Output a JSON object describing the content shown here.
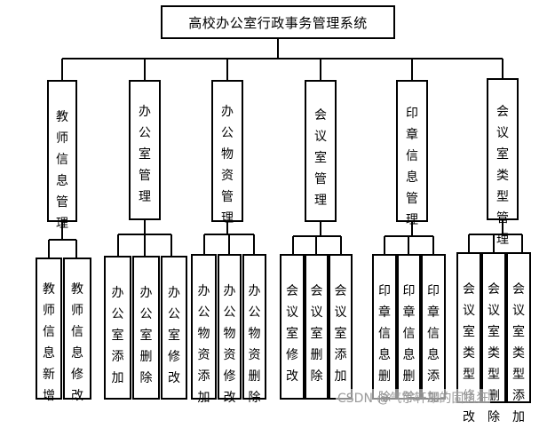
{
  "diagram": {
    "root": "高校办公室行政事务管理系统",
    "modules": [
      {
        "label": "教师信息管理",
        "children": [
          "教师信息新增",
          "教师信息修改"
        ]
      },
      {
        "label": "办公室管理",
        "children": [
          "办公室添加",
          "办公室删除",
          "办公室修改"
        ]
      },
      {
        "label": "办公物资管理",
        "children": [
          "办公物资添加",
          "办公物资修改",
          "办公物资删除"
        ]
      },
      {
        "label": "会议室管理",
        "children": [
          "会议室修改",
          "会议室删除",
          "会议室添加"
        ]
      },
      {
        "label": "印章信息管理",
        "children": [
          "印章信息删除",
          "印章信息删除",
          "印章信息添加"
        ]
      },
      {
        "label": "会议室类型管理",
        "children": [
          "会议室类型修改",
          "会议室类型删除",
          "会议室类型添加"
        ]
      }
    ]
  },
  "watermark": "CSDN @气宇轩昂的固执狂"
}
